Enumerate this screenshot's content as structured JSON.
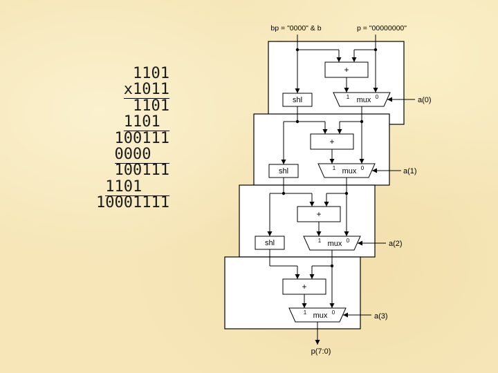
{
  "multiplication": {
    "lines": [
      {
        "text": "1101",
        "underline": false
      },
      {
        "text": "x1011",
        "underline": true
      },
      {
        "text": "1101",
        "underline": false
      },
      {
        "text": "1101 ",
        "underline": true
      },
      {
        "text": "100111",
        "underline": false
      },
      {
        "text": "0000  ",
        "underline": true
      },
      {
        "text": "100111",
        "underline": false
      },
      {
        "text": "1101   ",
        "underline": true
      },
      {
        "text": "10001111",
        "underline": false
      }
    ]
  },
  "diagram": {
    "inputs": {
      "bp": "bp = \"0000\" & b",
      "p": "p = \"00000000\""
    },
    "stages": [
      {
        "adder": "+",
        "shifter": "shl",
        "mux": "mux",
        "mux_in1": "1",
        "mux_in0": "0",
        "select": "a(0)"
      },
      {
        "adder": "+",
        "shifter": "shl",
        "mux": "mux",
        "mux_in1": "1",
        "mux_in0": "0",
        "select": "a(1)"
      },
      {
        "adder": "+",
        "shifter": "shl",
        "mux": "mux",
        "mux_in1": "1",
        "mux_in0": "0",
        "select": "a(2)"
      },
      {
        "adder": "+",
        "shifter": "",
        "mux": "mux",
        "mux_in1": "1",
        "mux_in0": "0",
        "select": "a(3)"
      }
    ],
    "output": "p(7:0)"
  }
}
